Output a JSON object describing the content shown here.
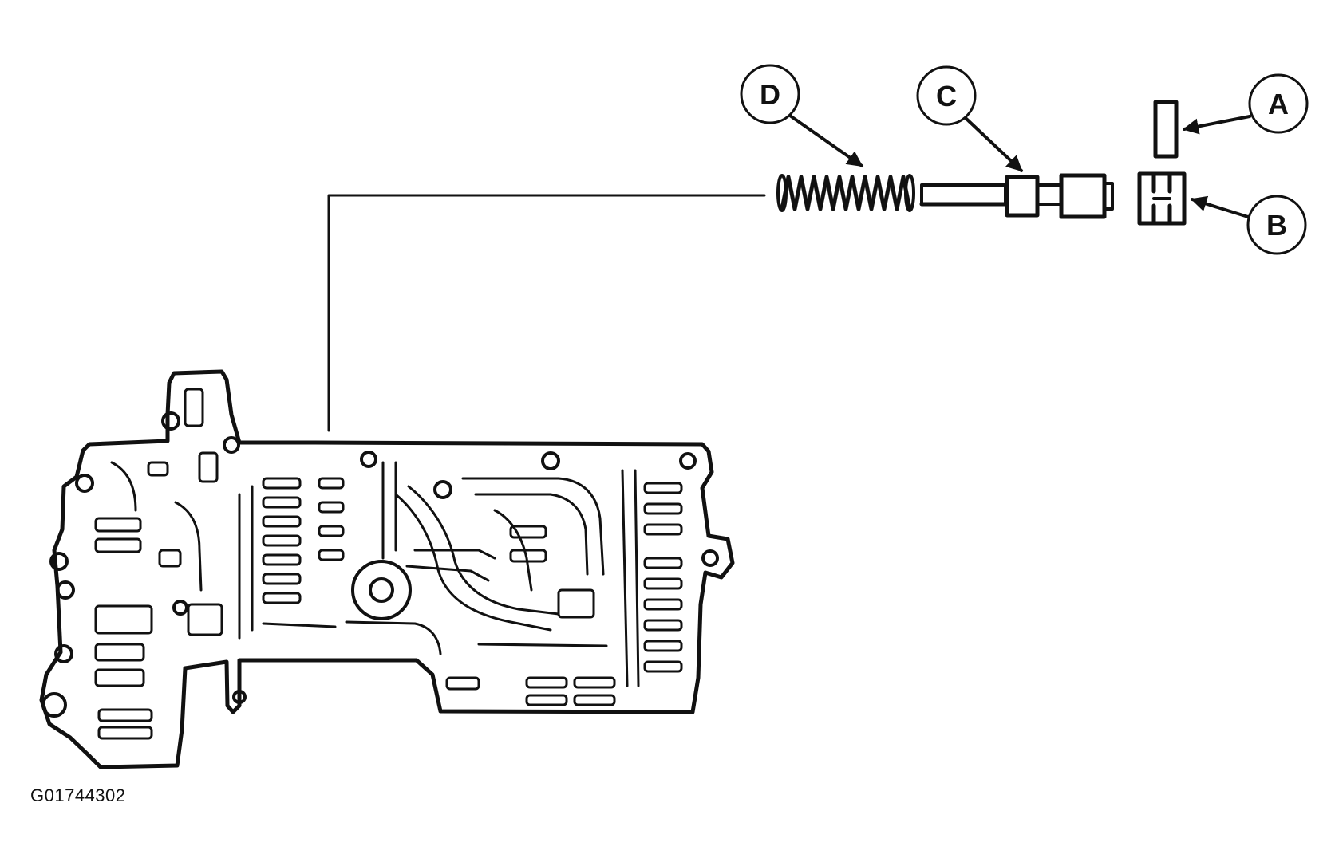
{
  "figure_id": "G01744302",
  "callouts": [
    {
      "id": "A",
      "label": "A"
    },
    {
      "id": "B",
      "label": "B"
    },
    {
      "id": "C",
      "label": "C"
    },
    {
      "id": "D",
      "label": "D"
    }
  ],
  "colors": {
    "ink": "#111111",
    "paper": "#ffffff"
  }
}
